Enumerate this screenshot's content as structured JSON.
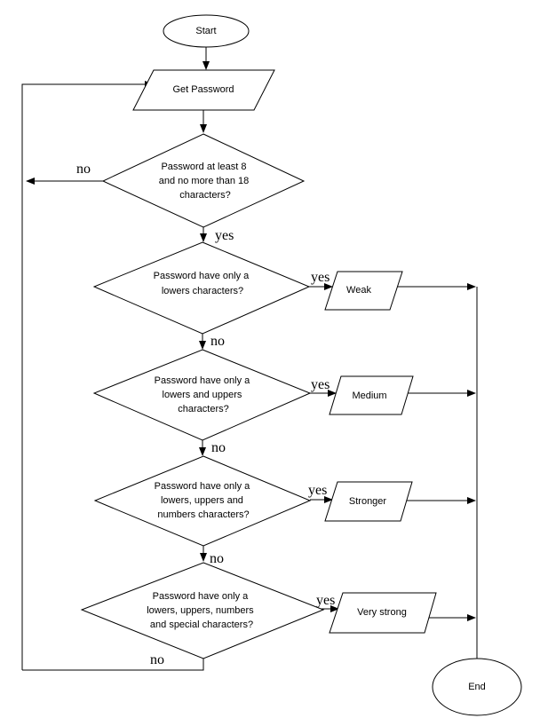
{
  "nodes": {
    "start": "Start",
    "get_password": "Get Password",
    "check_length": [
      "Password at least 8",
      "and no more than 18",
      "characters?"
    ],
    "check_lowers": [
      "Password have only a",
      "lowers characters?"
    ],
    "check_lowers_uppers": [
      "Password have only a",
      "lowers  and uppers",
      "characters?"
    ],
    "check_lowers_uppers_numbers": [
      "Password have only a",
      "lowers, uppers and",
      "numbers characters?"
    ],
    "check_all": [
      "Password have only a",
      "lowers, uppers, numbers",
      "and special characters?"
    ],
    "weak": "Weak",
    "medium": "Medium",
    "stronger": "Stronger",
    "very_strong": "Very strong",
    "end": "End"
  },
  "edges": {
    "length_no": "no",
    "length_yes": "yes",
    "lowers_yes": "yes",
    "lowers_no": "no",
    "lowers_uppers_yes": "yes",
    "lowers_uppers_no": "no",
    "lun_yes": "yes",
    "lun_no": "no",
    "all_yes": "yes",
    "all_no": "no"
  }
}
